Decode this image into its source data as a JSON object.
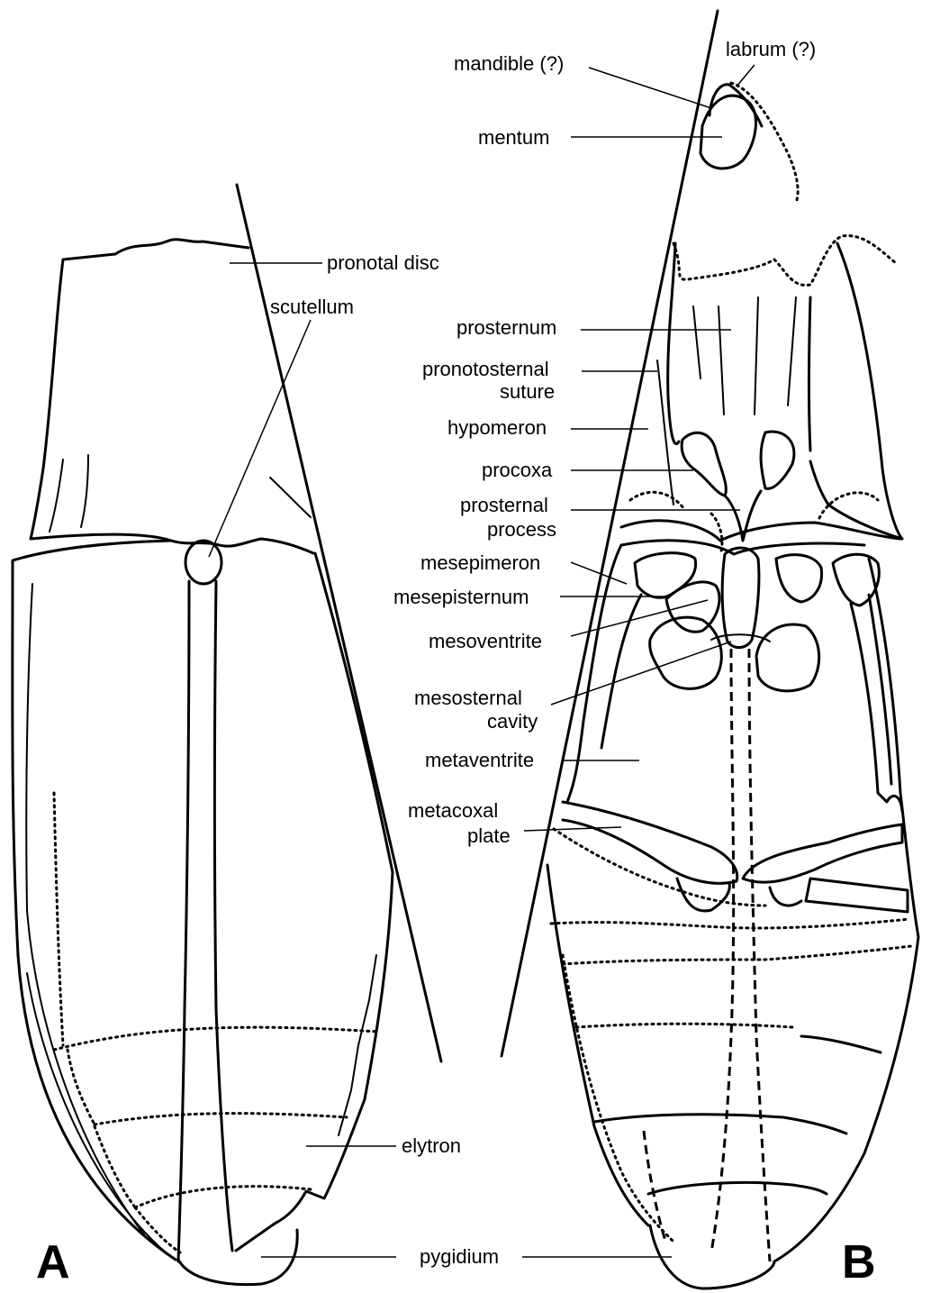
{
  "panels": {
    "a": "A",
    "b": "B"
  },
  "labels_a": {
    "pronotal_disc": "pronotal disc",
    "scutellum": "scutellum",
    "elytron": "elytron",
    "pygidium": "pygidium"
  },
  "labels_b": {
    "mandible": "mandible (?)",
    "labrum": "labrum (?)",
    "mentum": "mentum",
    "prosternum": "prosternum",
    "pronotosternal_1": "pronotosternal",
    "pronotosternal_2": "suture",
    "hypomeron": "hypomeron",
    "procoxa": "procoxa",
    "prosternal_process_1": "prosternal",
    "prosternal_process_2": "process",
    "mesepimeron": "mesepimeron",
    "mesepisternum": "mesepisternum",
    "mesoventrite": "mesoventrite",
    "mesosternal_cavity_1": "mesosternal",
    "mesosternal_cavity_2": "cavity",
    "metaventrite": "metaventrite",
    "metacoxal_plate_1": "metacoxal",
    "metacoxal_plate_2": "plate"
  }
}
